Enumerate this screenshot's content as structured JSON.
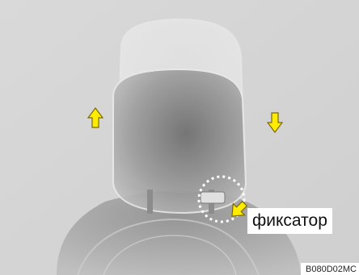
{
  "diagram": {
    "callout_label": "фиксатор",
    "figure_code": "B080D02MC",
    "colors": {
      "background": "#d8d8d8",
      "arrow_fill": "#ffec00",
      "arrow_stroke": "#7a6a00",
      "lock_circle": "#ffffff"
    },
    "icons": [
      "arrow-up-icon",
      "arrow-down-icon",
      "pointer-arrow-icon",
      "lock-circle"
    ]
  }
}
